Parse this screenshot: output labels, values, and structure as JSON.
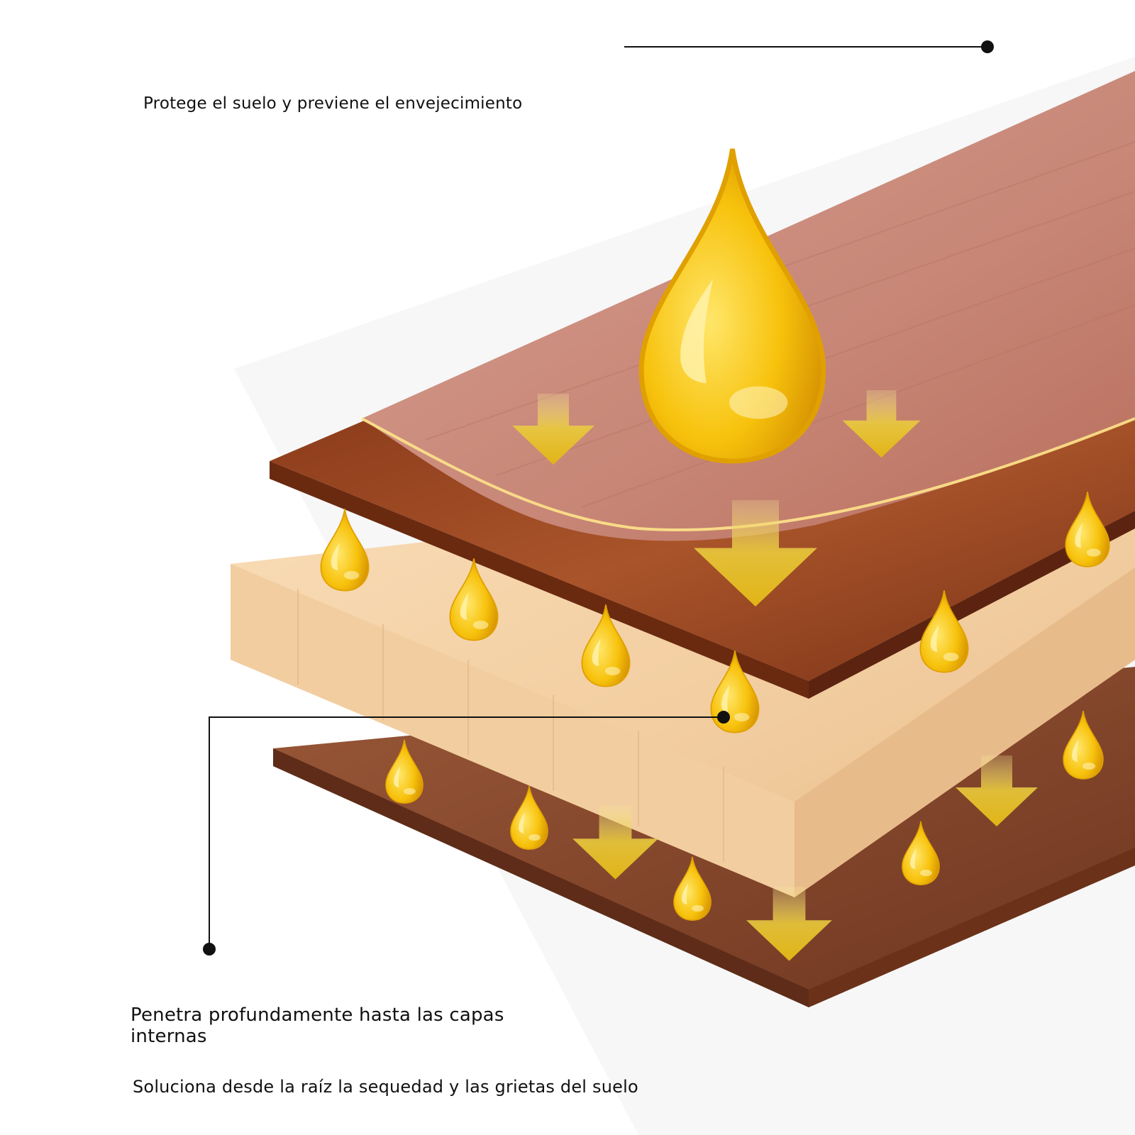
{
  "labels": {
    "top": "Protege el suelo y previene el envejecimiento",
    "middle": "Penetra profundamente hasta las capas internas",
    "bottom": "Soluciona desde la raíz la sequedad y las grietas del suelo"
  },
  "colors": {
    "oil": "#F5B800",
    "oil_highlight": "#FFE66A",
    "arrow": "#E8C21E",
    "top_plank_face": "#C9877A",
    "top_plank_edge": "#A9542A",
    "middle_layer": "#F6D7AE",
    "bottom_layer": "#8A4A2E",
    "leader_line": "#111111"
  }
}
